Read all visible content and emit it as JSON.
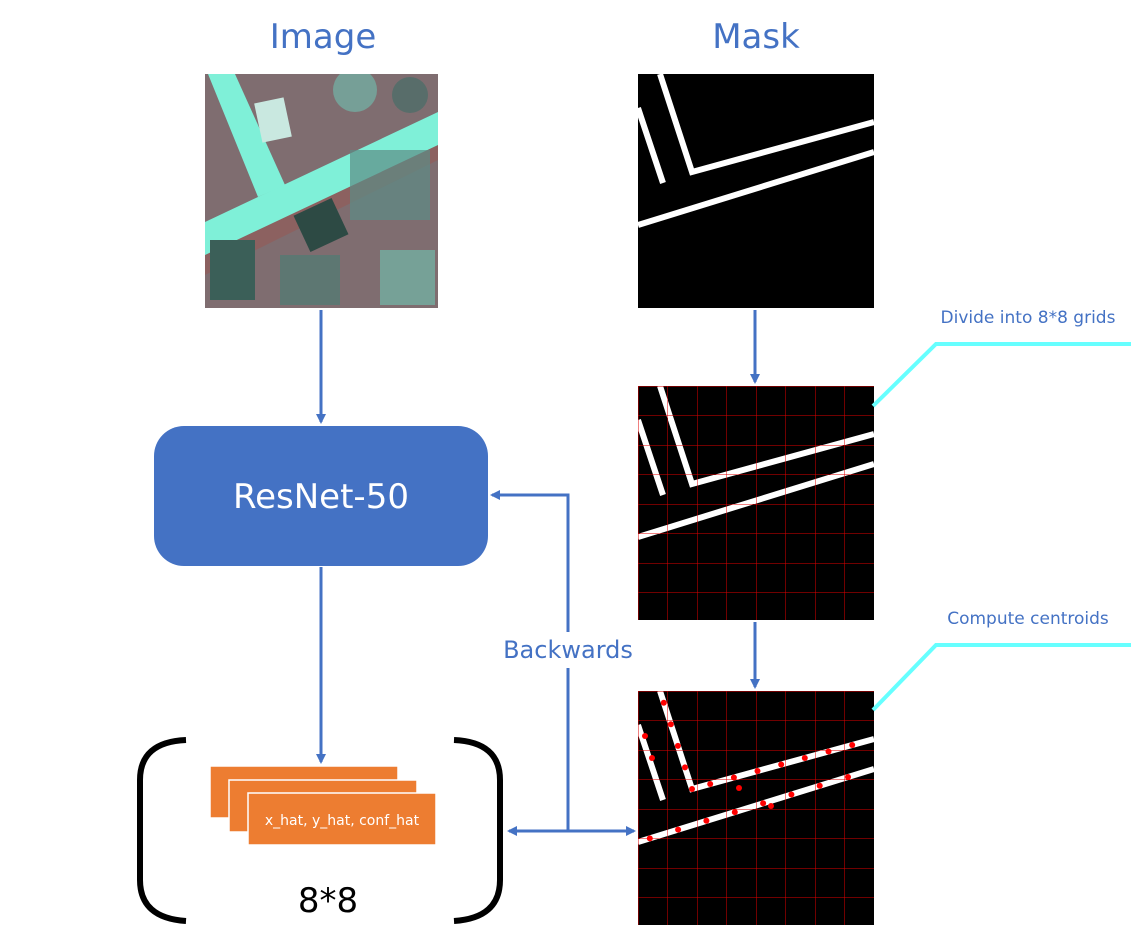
{
  "headings": {
    "image": "Image",
    "mask": "Mask"
  },
  "network": {
    "label": "ResNet-50"
  },
  "output": {
    "card_label": "x_hat, y_hat, conf_hat",
    "grid_size": "8*8"
  },
  "edges": {
    "backwards": "Backwards"
  },
  "annotations": {
    "divide": "Divide into 8*8 grids",
    "centroids": "Compute centroids"
  },
  "colors": {
    "arrow_blue": "#4472C4",
    "box_blue": "#4472C4",
    "card_orange": "#ED7D31",
    "callout_cyan": "#66FFFF",
    "grid_red": "#E00000",
    "centroid_red": "#FF0000",
    "mask_black": "#000000",
    "mask_white": "#FFFFFF"
  }
}
